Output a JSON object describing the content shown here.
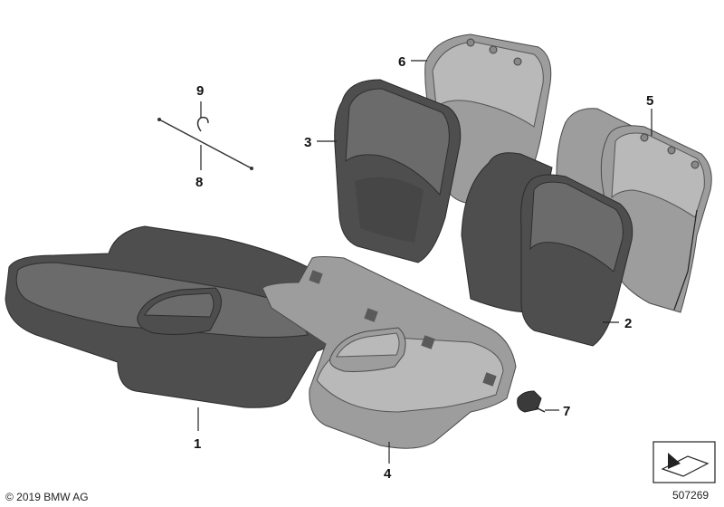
{
  "callouts": {
    "c1": "1",
    "c2": "2",
    "c3": "3",
    "c4": "4",
    "c5": "5",
    "c6": "6",
    "c7": "7",
    "c8": "8",
    "c9": "9"
  },
  "footer": {
    "copyright": "© 2019 BMW AG",
    "diagram_number": "507269"
  }
}
